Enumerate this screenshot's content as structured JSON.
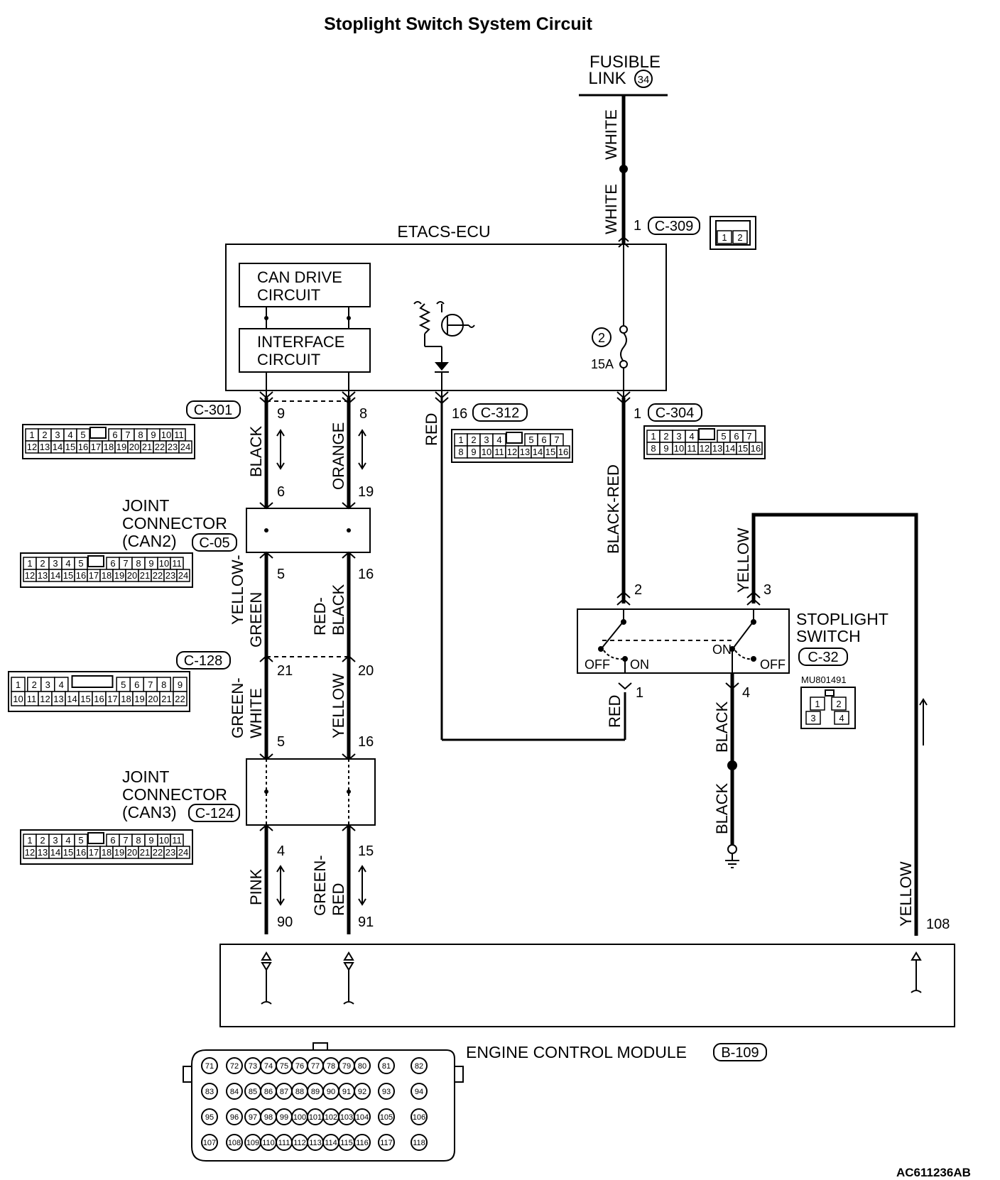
{
  "title": "Stoplight Switch System Circuit",
  "fusible_link": {
    "line1": "FUSIBLE",
    "line2": "LINK",
    "number": "34"
  },
  "etacs": {
    "label": "ETACS-ECU",
    "can_drive": [
      "CAN DRIVE",
      "CIRCUIT"
    ],
    "interface": [
      "INTERFACE",
      "CIRCUIT"
    ],
    "fuse_number": "2",
    "fuse_rating": "15A"
  },
  "connectors": {
    "c309": "C-309",
    "c301": "C-301",
    "c312": "C-312",
    "c304": "C-304",
    "c05": "C-05",
    "c128": "C-128",
    "c124": "C-124",
    "c32": "C-32",
    "b109": "B-109"
  },
  "joint_can2": [
    "JOINT",
    "CONNECTOR",
    "(CAN2)"
  ],
  "joint_can3": [
    "JOINT",
    "CONNECTOR",
    "(CAN3)"
  ],
  "stoplight": {
    "line1": "STOPLIGHT",
    "line2": "SWITCH",
    "part": "MU801491",
    "off": "OFF",
    "on": "ON"
  },
  "ecm_label": "ENGINE CONTROL MODULE",
  "wires": {
    "white": "WHITE",
    "black": "BLACK",
    "orange": "ORANGE",
    "red": "RED",
    "black_red": "BLACK-RED",
    "yellow": "YELLOW",
    "yellow_green_1": "YELLOW-",
    "yellow_green_2": "GREEN",
    "red_black_1": "RED-",
    "red_black_2": "BLACK",
    "green_white_1": "GREEN-",
    "green_white_2": "WHITE",
    "pink": "PINK",
    "green_red_1": "GREEN-",
    "green_red_2": "RED"
  },
  "pins": {
    "p1": "1",
    "p2": "2",
    "p3": "3",
    "p4": "4",
    "p5": "5",
    "p6": "6",
    "p8": "8",
    "p9": "9",
    "p15": "15",
    "p16": "16",
    "p19": "19",
    "p20": "20",
    "p21": "21",
    "p90": "90",
    "p91": "91",
    "p108": "108"
  },
  "conn_24_top": [
    "1",
    "2",
    "3",
    "4",
    "5",
    "",
    "6",
    "7",
    "8",
    "9",
    "10",
    "11"
  ],
  "conn_24_bot": [
    "12",
    "13",
    "14",
    "15",
    "16",
    "17",
    "18",
    "19",
    "20",
    "21",
    "22",
    "23",
    "24"
  ],
  "conn_16_top": [
    "1",
    "2",
    "3",
    "4",
    "",
    "5",
    "6",
    "7"
  ],
  "conn_16_bot": [
    "8",
    "9",
    "10",
    "11",
    "12",
    "13",
    "14",
    "15",
    "16"
  ],
  "conn_22_top": [
    "1",
    "2",
    "3",
    "4",
    "",
    "5",
    "6",
    "7",
    "8",
    "9"
  ],
  "conn_22_bot": [
    "10",
    "11",
    "12",
    "13",
    "14",
    "15",
    "16",
    "17",
    "18",
    "19",
    "20",
    "21",
    "22"
  ],
  "c309_pins": [
    "1",
    "2"
  ],
  "c32_pins": [
    "1",
    "2",
    "3",
    "4"
  ],
  "ecm_rows": [
    [
      "71",
      "72",
      "73",
      "74",
      "75",
      "76",
      "77",
      "78",
      "79",
      "80",
      "81",
      "82"
    ],
    [
      "83",
      "84",
      "85",
      "86",
      "87",
      "88",
      "89",
      "90",
      "91",
      "92",
      "93",
      "94"
    ],
    [
      "95",
      "96",
      "97",
      "98",
      "99",
      "100",
      "101",
      "102",
      "103",
      "104",
      "105",
      "106"
    ],
    [
      "107",
      "108",
      "109",
      "110",
      "111",
      "112",
      "113",
      "114",
      "115",
      "116",
      "117",
      "118"
    ]
  ],
  "figure_id": "AC611236AB"
}
